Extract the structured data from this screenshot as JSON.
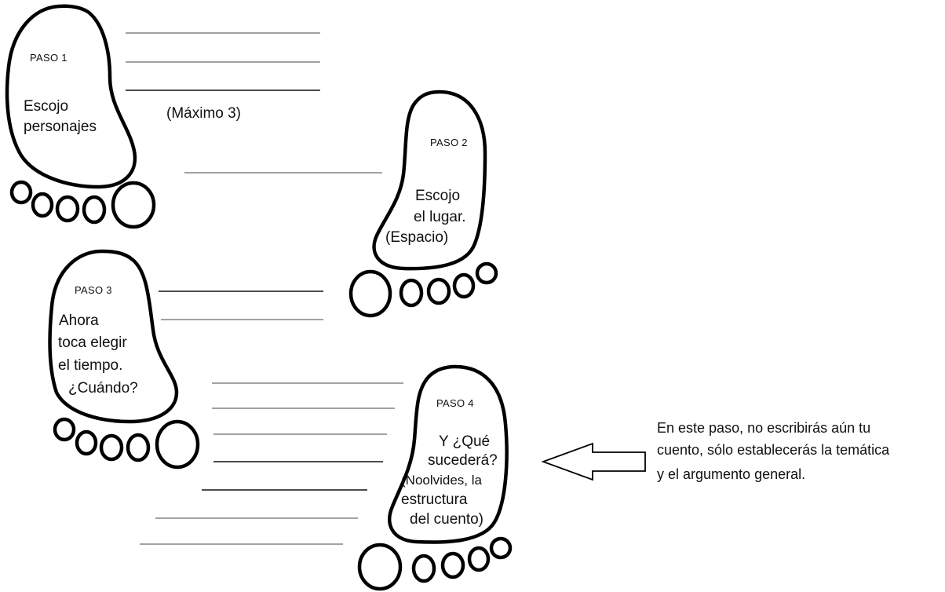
{
  "steps": [
    {
      "label": "PASO 1",
      "lines": [
        "Escojo",
        "personajes"
      ],
      "note": "(Máximo 3)"
    },
    {
      "label": "PASO 2",
      "lines": [
        "Escojo",
        "el lugar.",
        "(Espacio)"
      ]
    },
    {
      "label": "PASO 3",
      "lines": [
        "Ahora",
        "toca elegir",
        "el tiempo.",
        "¿Cuándo?"
      ]
    },
    {
      "label": "PASO 4",
      "lines": [
        "Y ¿Qué",
        "sucederá?",
        "(Noolvides, la",
        "estructura",
        "del cuento)"
      ]
    }
  ],
  "side_note": {
    "lines": [
      "En este paso, no escribirás aún tu",
      "cuento, sólo establecerás la temática",
      "y el argumento general."
    ]
  }
}
